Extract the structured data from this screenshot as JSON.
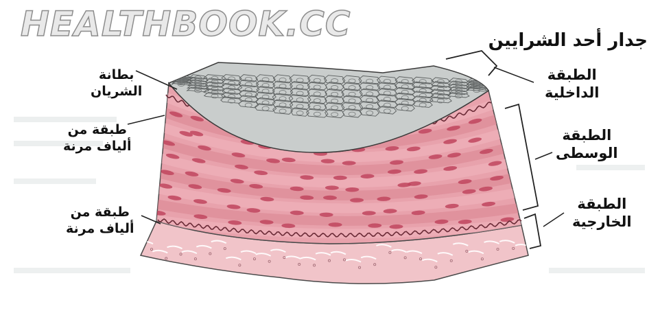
{
  "watermark": "HEALTHBOOK.CC",
  "title": "جدار أحد الشرايين",
  "labels": {
    "endothelium": [
      "بطانة",
      "الشريان"
    ],
    "elastic_upper": [
      "طبقة من",
      "ألياف مرنة"
    ],
    "elastic_lower": [
      "طبقة من",
      "ألياف مرنة"
    ],
    "intima": [
      "الطبقة",
      "الداخلية"
    ],
    "media": [
      "الطبقة",
      "الوسطى"
    ],
    "adventitia": [
      "الطبقة",
      "الخارجية"
    ]
  },
  "colors": {
    "intima_fill": "#c9cdcc",
    "media_fill": "#e8a2ac",
    "adventitia_fill": "#f1c4c9",
    "nucleus": "#c0455e",
    "elastic_line": "#6a2a36",
    "outline": "#3a3a3a"
  }
}
